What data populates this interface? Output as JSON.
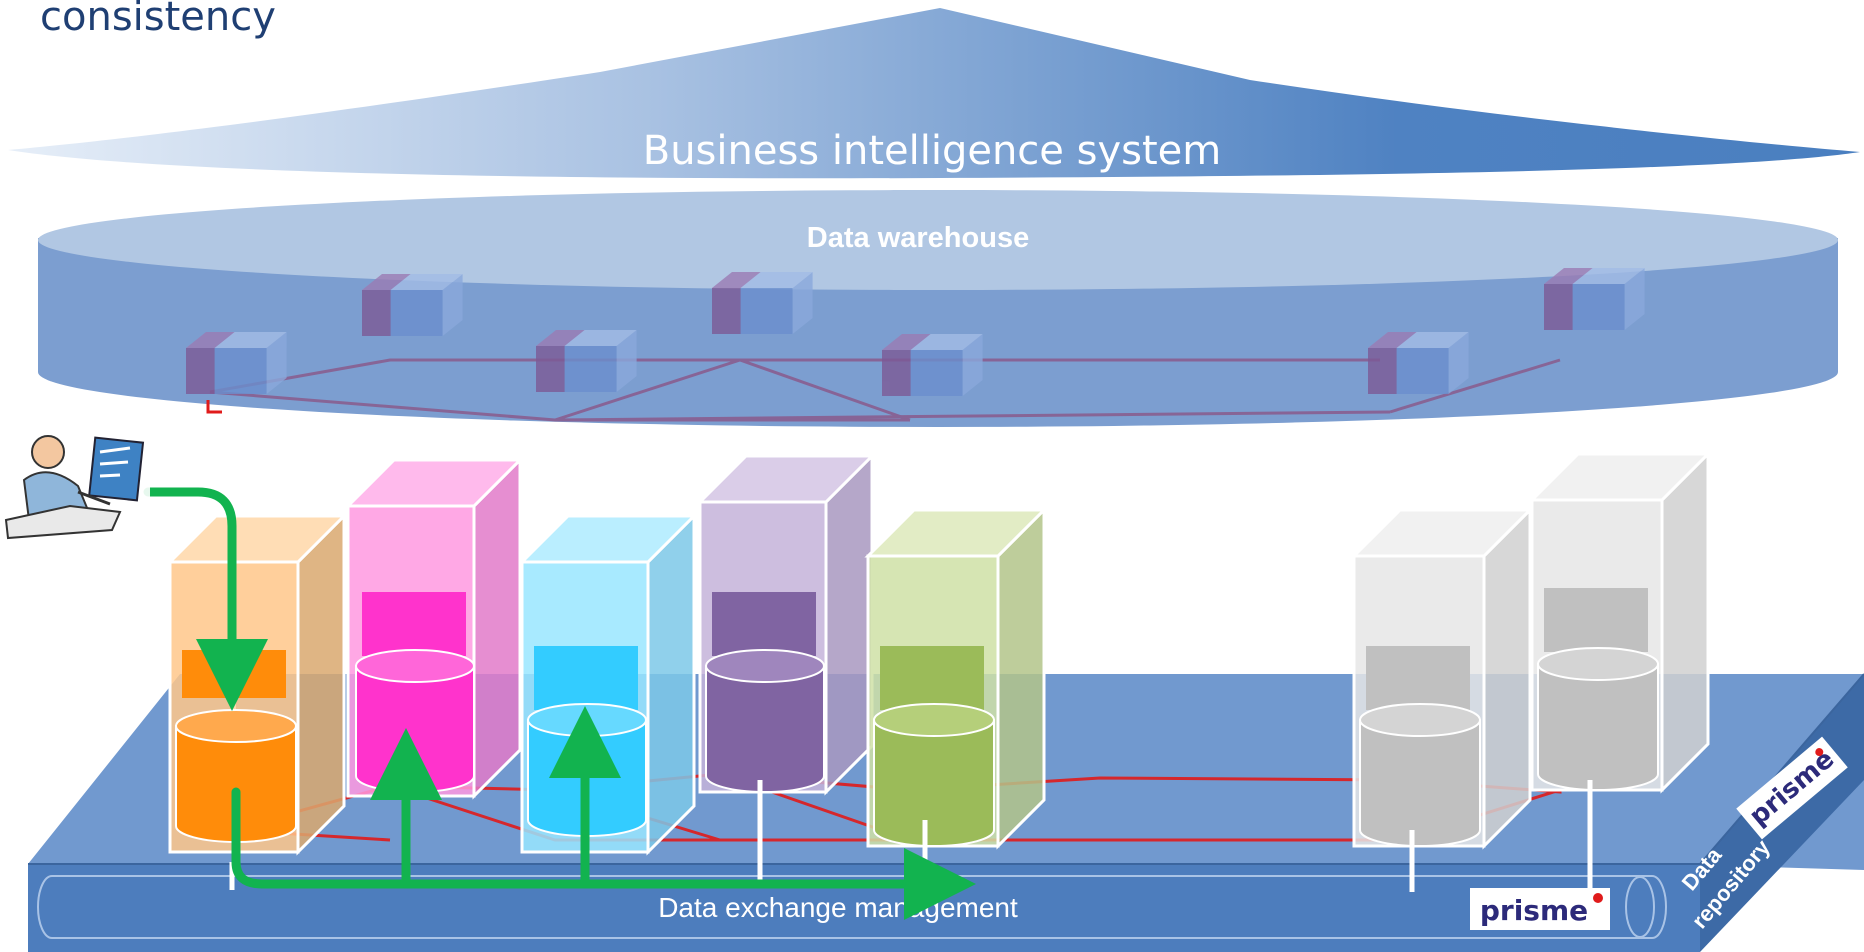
{
  "title": "consistency",
  "bi_label": "Business intelligence system",
  "dw_label": "Data warehouse",
  "bus_label": "Data exchange management",
  "repo_label_1": "Data",
  "repo_label_2": "repository",
  "logo_text": "prisme",
  "colors": {
    "title": "#1f3f73",
    "bi_light": "#dde8f4",
    "bi_dark": "#4a7fc0",
    "dw_top": "#b1c7e3",
    "dw_side": "#7c9ed0",
    "platform_top": "#7199cf",
    "platform_front": "#4d7dbd",
    "flow_arrow": "#12b34f",
    "network_line": "#e01b1b"
  },
  "servers": [
    {
      "name": "orange",
      "front": "#ffc78a",
      "top": "#ffd9ad",
      "side": "#d9a86e",
      "module": "#ff8c0a",
      "db": "#ff8c0a",
      "db_top": "#ffa94d"
    },
    {
      "name": "pink",
      "front": "#ff99e0",
      "top": "#ffb3ea",
      "side": "#e27ac9",
      "module": "#ff33cc",
      "db": "#ff33cc",
      "db_top": "#ff66d9"
    },
    {
      "name": "cyan",
      "front": "#99e6ff",
      "top": "#b3ecff",
      "side": "#7dc8e8",
      "module": "#33ccff",
      "db": "#33ccff",
      "db_top": "#66d9ff"
    },
    {
      "name": "purple",
      "front": "#c4b3d9",
      "top": "#d6c8e6",
      "side": "#a898c0",
      "module": "#8064a2",
      "db": "#8064a2",
      "db_top": "#9f86bd"
    },
    {
      "name": "green",
      "front": "#cfe0a6",
      "top": "#dfeabf",
      "side": "#b3c489",
      "module": "#9bbb59",
      "db": "#9bbb59",
      "db_top": "#b5cf7a"
    },
    {
      "name": "grey-1",
      "front": "#e6e6e6",
      "top": "#efefef",
      "side": "#d0d0d0",
      "module": "#c0c0c0",
      "db": "#c0c0c0",
      "db_top": "#d4d4d4"
    },
    {
      "name": "grey-2",
      "front": "#e6e6e6",
      "top": "#efefef",
      "side": "#d0d0d0",
      "module": "#c0c0c0",
      "db": "#c0c0c0",
      "db_top": "#d4d4d4"
    }
  ]
}
